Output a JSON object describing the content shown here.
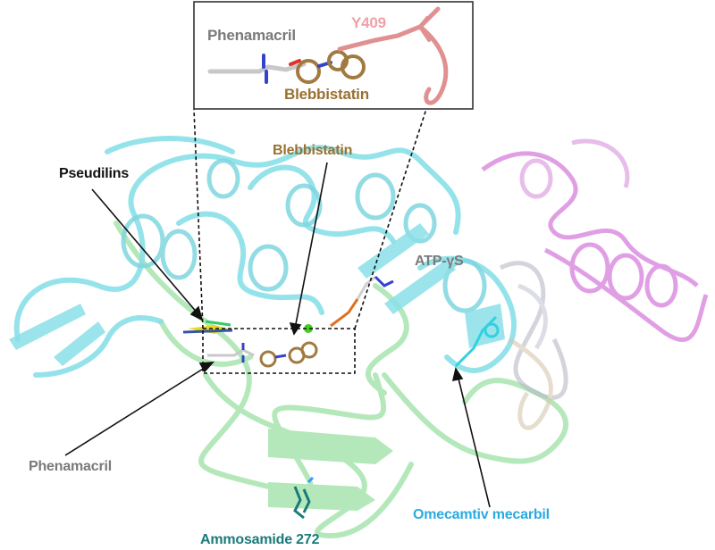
{
  "inset": {
    "labels": {
      "phenamacril": "Phenamacril",
      "y409": "Y409",
      "blebbistatin": "Blebbistatin"
    }
  },
  "labels": {
    "pseudilins": "Pseudilins",
    "blebbistatin": "Blebbistatin",
    "atp": "ATP-γS",
    "phenamacril": "Phenamacril",
    "omecamtiv": "Omecamtiv mecarbil",
    "ammosamide": "Ammosamide 272"
  },
  "colors": {
    "myosin_motor": "#7fd8e0",
    "lower_domain": "#98e0a0",
    "lever_arm": "#d070d8",
    "light_chain": "#b8b8c8",
    "phenamacril": "#7a7a7a",
    "blebbistatin": "#9a7032",
    "y409": "#f0a0a8",
    "pseudilins": "#111111",
    "omecamtiv": "#29abe2",
    "ammosamide": "#1a7a7a",
    "atp": "#7a7a7a",
    "mg_ion": "#44cc22"
  }
}
